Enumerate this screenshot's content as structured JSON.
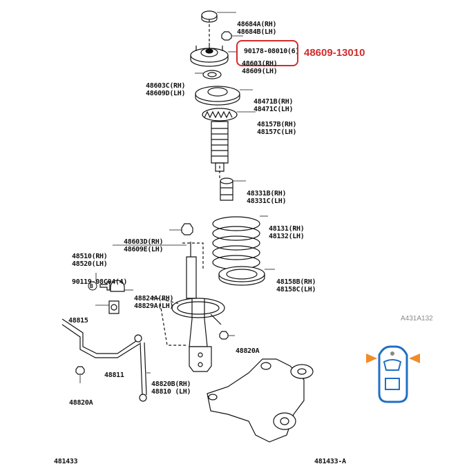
{
  "parts": {
    "p48684": [
      "48684A(RH)",
      "48684B(LH)"
    ],
    "p90178": "90178-08010(6)",
    "p48603_top": [
      "48603(RH)",
      "48609(LH)"
    ],
    "highlight_number": "48609-13010",
    "p48603c": [
      "48603C(RH)",
      "48609D(LH)"
    ],
    "p48471": [
      "48471B(RH)",
      "48471C(LH)"
    ],
    "p48157": [
      "48157B(RH)",
      "48157C(LH)"
    ],
    "p48331": [
      "48331B(RH)",
      "48331C(LH)"
    ],
    "p48131": [
      "48131(RH)",
      "48132(LH)"
    ],
    "p48603d": [
      "48603D(RH)",
      "48609E(LH)"
    ],
    "p48510": [
      "48510(RH)",
      "48520(LH)"
    ],
    "p90119": "90119-08C04(4)",
    "p48824": [
      "48824A(RH)",
      "48829A(LH)"
    ],
    "p48158": [
      "48158B(RH)",
      "48158C(LH)"
    ],
    "p48815": "48815",
    "p48820a_right": "48820A",
    "p48811": "48811",
    "p48820b": [
      "48820B(RH)",
      "48810 (LH)"
    ],
    "p48820a_left": "48820A",
    "p481433_left": "481433",
    "p481433_right": "481433-A",
    "figure_code": "A431A132",
    "circle_b": "B"
  },
  "colors": {
    "highlight": "#d22b2b",
    "car_body": "#1f6fc4",
    "indicator": "#f08c2a",
    "line": "#111111"
  },
  "icons": {
    "car": "car-top-view-icon",
    "front_indicators": "front-wheel-indicator-icon"
  }
}
